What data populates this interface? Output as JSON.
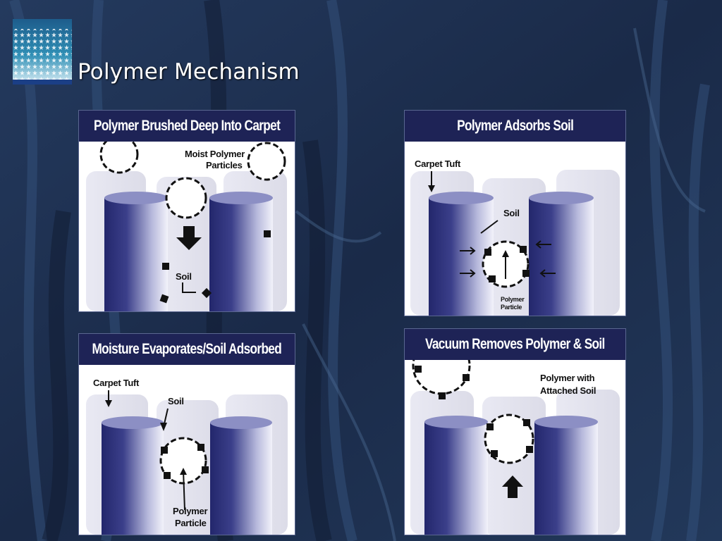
{
  "slide": {
    "title": "Polymer Mechanism"
  },
  "panels": [
    {
      "heading": "Polymer Brushed Deep Into Carpet",
      "labels": {
        "moist_line1": "Moist Polymer",
        "moist_line2": "Particles",
        "soil": "Soil"
      }
    },
    {
      "heading": "Polymer Adsorbs Soil",
      "labels": {
        "tuft": "Carpet Tuft",
        "soil": "Soil",
        "polymer_line1": "Polymer",
        "polymer_line2": "Particle"
      }
    },
    {
      "heading": "Moisture Evaporates/Soil Adsorbed",
      "labels": {
        "tuft": "Carpet Tuft",
        "soil": "Soil",
        "polymer_line1": "Polymer",
        "polymer_line2": "Particle"
      }
    },
    {
      "heading": "Vacuum Removes Polymer & Soil",
      "labels": {
        "polymer_line1": "Polymer with",
        "polymer_line2": "Attached Soil"
      }
    }
  ],
  "colors": {
    "background": "#1c2c4a",
    "panel_header": "#1e2356",
    "tuft_dark": "#2b2f72",
    "tuft_light": "#e6e7f2"
  }
}
